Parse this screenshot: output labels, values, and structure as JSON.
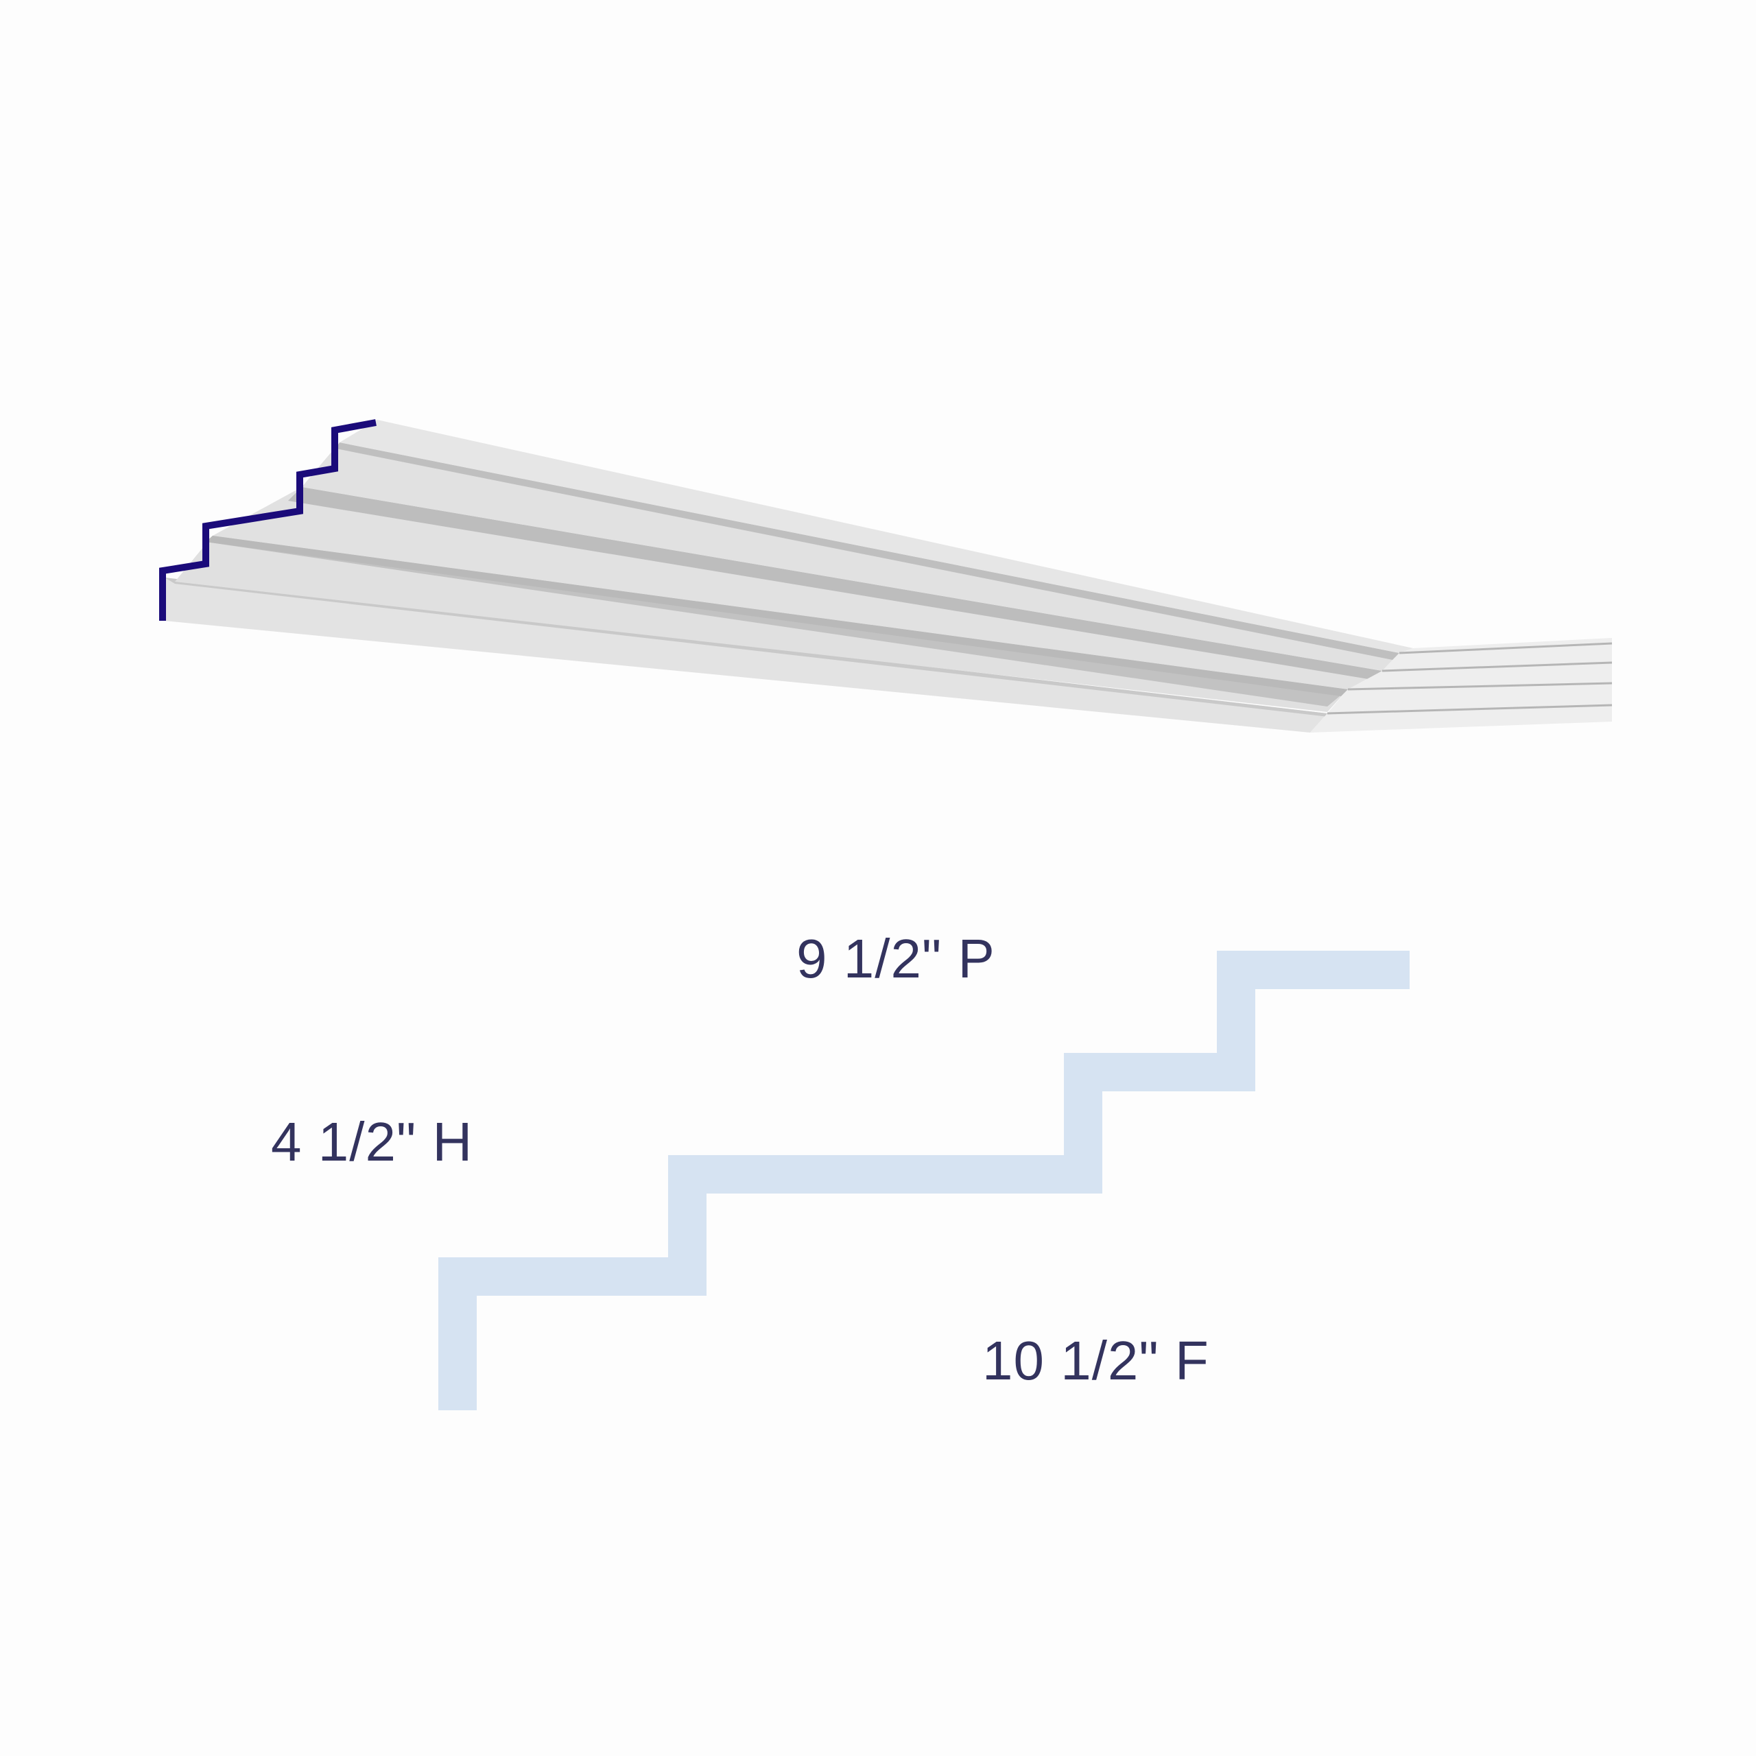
{
  "product": {
    "colors": {
      "background": "#fdfdfd",
      "molding_face": "#e2e2e2",
      "molding_shadow": "#bdbdbd",
      "molding_return": "#efefef",
      "profile_edge": "#1b0b7a",
      "profile_diagram": "#d6e3f2",
      "label_text": "#33335e"
    }
  },
  "dimensions": {
    "projection_label": "9 1/2\" P",
    "height_label": "4 1/2\" H",
    "face_label": "10 1/2\" F"
  }
}
